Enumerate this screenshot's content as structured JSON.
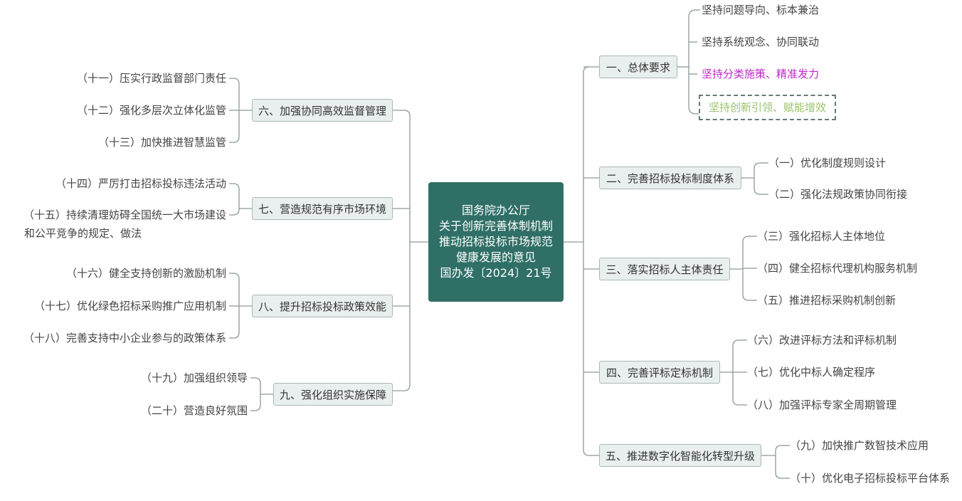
{
  "root": {
    "lines": [
      "国务院办公厅",
      "关于创新完善体制机制",
      "推动招标投标市场规范",
      "健康发展的意见",
      "国办发〔2024〕21号"
    ]
  },
  "right_branches": [
    {
      "label": "一、总体要求",
      "children": [
        "坚持问题导向、标本兼治",
        "坚持系统观念、协同联动",
        "坚持分类施策、精准发力",
        "坚持创新引领、赋能增效"
      ]
    },
    {
      "label": "二、完善招标投标制度体系",
      "children": [
        "（一）优化制度规则设计",
        "（二）强化法规政策协同衔接"
      ]
    },
    {
      "label": "三、落实招标人主体责任",
      "children": [
        "（三）强化招标人主体地位",
        "（四）健全招标代理机构服务机制",
        "（五）推进招标采购机制创新"
      ]
    },
    {
      "label": "四、完善评标定标机制",
      "children": [
        "（六）改进评标方法和评标机制",
        "（七）优化中标人确定程序",
        "（八）加强评标专家全周期管理"
      ]
    },
    {
      "label": "五、推进数字化智能化转型升级",
      "children": [
        "（九）加快推广数智技术应用",
        "（十）优化电子招标投标平台体系"
      ]
    }
  ],
  "left_branches": [
    {
      "label": "六、加强协同高效监督管理",
      "children": [
        "（十一）压实行政监督部门责任",
        "（十二）强化多层次立体化监管",
        "（十三）加快推进智慧监管"
      ]
    },
    {
      "label": "七、营造规范有序市场环境",
      "children": [
        "（十四）严厉打击招标投标违法活动",
        "（十五）持续清理妨碍全国统一大市场建设",
        "和公平竞争的规定、做法"
      ]
    },
    {
      "label": "八、提升招标投标政策效能",
      "children": [
        "（十六）健全支持创新的激励机制",
        "（十七）优化绿色招标采购推广应用机制",
        "（十八）完善支持中小企业参与的政策体系"
      ]
    },
    {
      "label": "九、强化组织实施保障",
      "children": [
        "（十九）加强组织领导",
        "（二十）营造良好氛围"
      ]
    }
  ],
  "colors": {
    "root_bg": "#2f6f66",
    "branch_bg": "#e8efee",
    "highlight_magenta": "#c026c9",
    "highlight_green": "#98c46a"
  }
}
